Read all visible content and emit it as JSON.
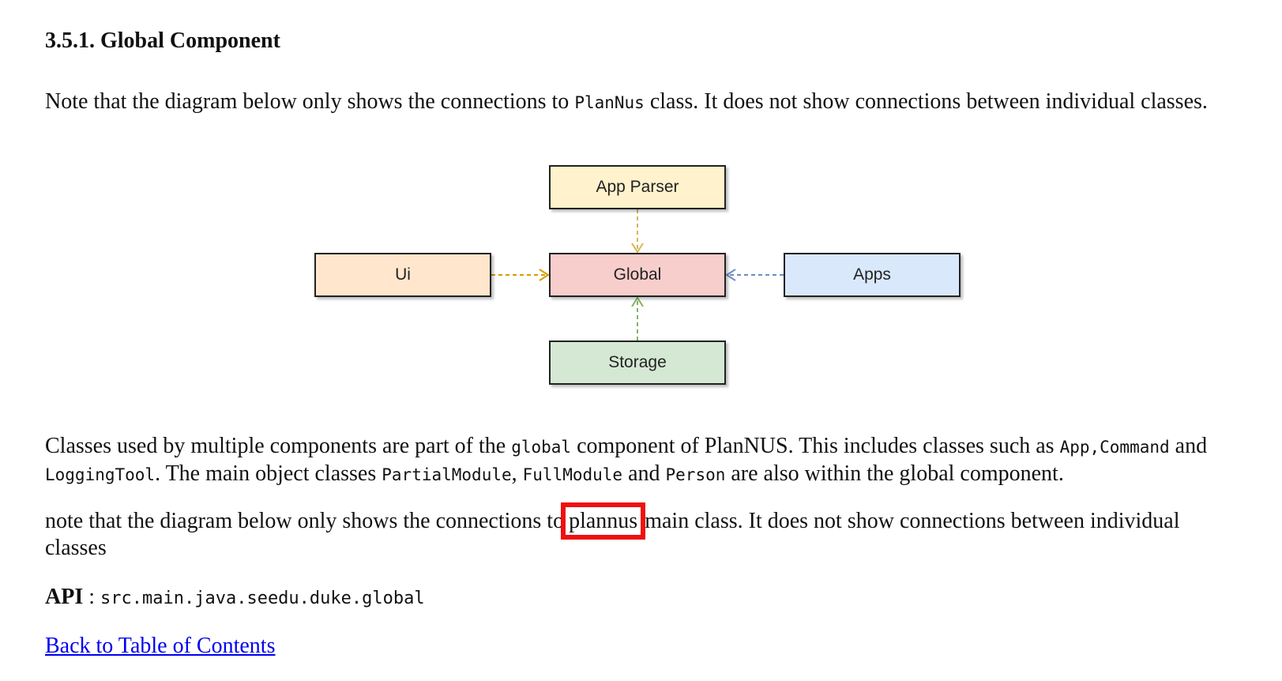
{
  "heading": "3.5.1. Global Component",
  "intro": {
    "before": "Note that the diagram below only shows the connections to ",
    "code": "PlanNus",
    "after": " class. It does not show connections between individual classes."
  },
  "diagram": {
    "boxes": {
      "app_parser": "App Parser",
      "ui": "Ui",
      "global": "Global",
      "apps": "Apps",
      "storage": "Storage"
    },
    "colors": {
      "app_parser": "#fff2cc",
      "ui": "#ffe6cc",
      "global": "#f8cecc",
      "apps": "#dae8fc",
      "storage": "#d5e8d4"
    }
  },
  "description": {
    "t1": "Classes used by multiple components are part of the ",
    "c1": "global",
    "t2": " component of PlanNUS. This includes classes such as ",
    "c2": "App,Command",
    "t3": " and ",
    "c3": "LoggingTool",
    "t4": ". The main object classes ",
    "c4": "PartialModule",
    "t5": ", ",
    "c5": "FullModule",
    "t6": " and ",
    "c6": "Person",
    "t7": " are also within the global component."
  },
  "note": {
    "before": "note that the diagram below only shows the connections to",
    "highlighted": "plannus",
    "after": " main class. It does not show connections between individual classes",
    "highlight_color": "#ee1111"
  },
  "api": {
    "label": "API",
    "separator": " : ",
    "path": "src.main.java.seedu.duke.global"
  },
  "back_link": "Back to Table of Contents"
}
